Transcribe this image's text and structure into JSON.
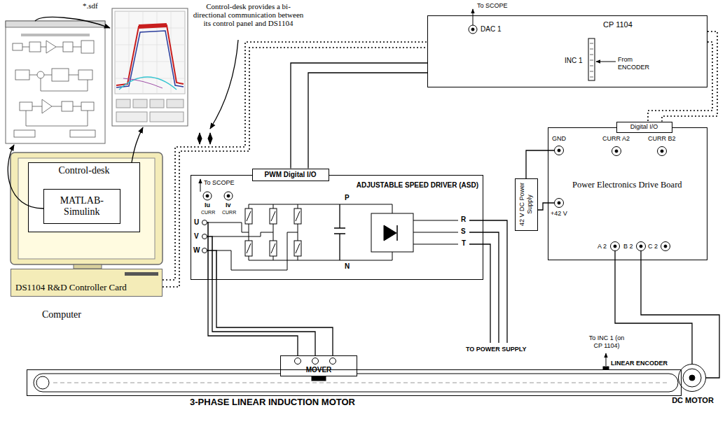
{
  "diagram": {
    "nodes": [
      {
        "text": [
          "Control-desk"
        ]
      },
      {
        "text": [
          "MATLAB-Simulink"
        ],
        "in": 0
      },
      {
        "text": [
          "DS1104 R&D Controller Card",
          "Computer"
        ]
      },
      {
        "text": [
          "CP 1104"
        ]
      },
      {
        "text": [
          "ADJUSTABLE SPEED DRIVER (ASD)"
        ]
      },
      {
        "text": [
          "PWM Digital I/O"
        ],
        "in": 4
      },
      {
        "text": [
          "42 V DC Power Supply"
        ]
      },
      {
        "text": [
          "Power Electronics Drive Board"
        ]
      },
      {
        "text": [
          "Digital I/O"
        ],
        "in": 7
      },
      {
        "text": [
          "MOVER"
        ]
      },
      {
        "text": [
          "3-PHASE LINEAR INDUCTION MOTOR"
        ]
      },
      {
        "text": [
          "DC MOTOR"
        ]
      }
    ],
    "edges": [
      {
        "from": 2,
        "to": 3,
        "arrow": "none"
      },
      {
        "from": 2,
        "to": 3,
        "arrow": "none"
      },
      {
        "from": 3,
        "to": 5,
        "arrow": "none"
      },
      {
        "from": 3,
        "to": 5,
        "arrow": "none"
      },
      {
        "from": 3,
        "to": 8,
        "arrow": "none"
      },
      {
        "from": 3,
        "to": 8,
        "arrow": "none"
      },
      {
        "from": 6,
        "to": 7,
        "arrow": "none"
      },
      {
        "from": 6,
        "to": 7,
        "arrow": "none"
      },
      {
        "from": 4,
        "to": 9,
        "arrow": "none"
      },
      {
        "from": 4,
        "to": 9,
        "arrow": "none"
      },
      {
        "from": 4,
        "to": 9,
        "arrow": "none"
      },
      {
        "from": 7,
        "to": 11,
        "arrow": "none"
      },
      {
        "from": 7,
        "to": 11,
        "arrow": "none"
      }
    ],
    "labels": [
      "*.sdf",
      "Control-desk provides a bi-directional communication between its control panel and DS1104",
      "To SCOPE",
      "DAC 1",
      "INC 1",
      "From ENCODER",
      "GND",
      "CURR A2",
      "CURR B2",
      "+42 V",
      "A 2",
      "B 2",
      "C 2",
      "To SCOPE",
      "Iu",
      "CURR",
      "Iv",
      "CURR",
      "U",
      "V",
      "W",
      "P",
      "N",
      "R",
      "S",
      "T",
      "TO POWER SUPPLY",
      "To INC 1 (on CP 1104)",
      "LINEAR ENCODER"
    ]
  }
}
